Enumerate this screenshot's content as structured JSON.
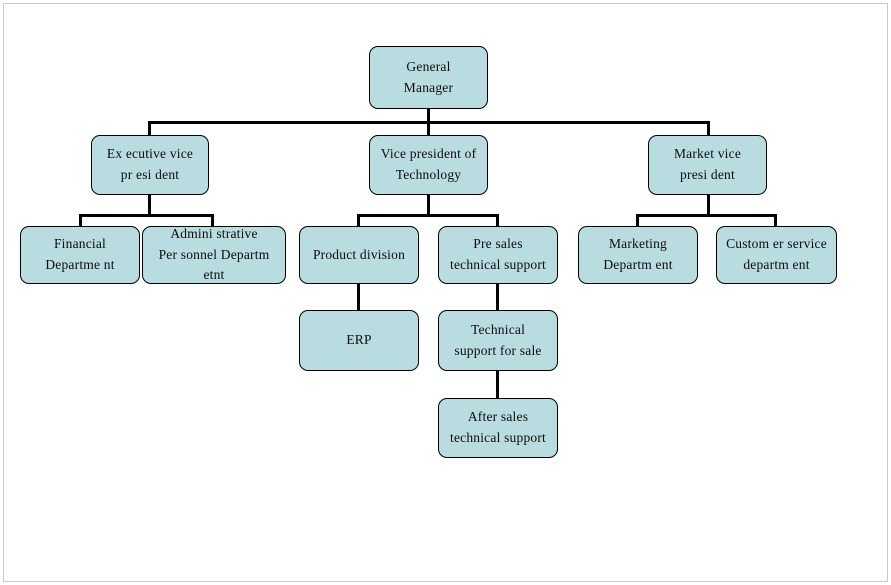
{
  "chart_type": "org-chart",
  "colors": {
    "node_fill": "#b9dce1",
    "node_border": "#000000",
    "connector": "#000000",
    "canvas": "#ffffff",
    "frame": "#c9c9c9",
    "text": "#0d0d0d"
  },
  "nodes": {
    "general_manager": "General\nManager",
    "executive_vice_president": "Ex ecutive vice\npr esi dent",
    "vice_president_technology": "Vice president of\nTechnology",
    "market_vice_president": "Market vice\npresi dent",
    "financial_department": "Financial\nDepartme nt",
    "administrative_personnel_department": "Admini strative\nPer sonnel Departm etnt",
    "product_division": "Product division",
    "pre_sales_technical_support": "Pre sales\ntechnical support",
    "marketing_department": "Marketing\nDepartm ent",
    "customer_service_department": "Custom er service\ndepartm ent",
    "erp": "ERP",
    "technical_support_for_sale": "Technical\nsupport for sale",
    "after_sales_technical_support": "After sales\ntechnical support"
  },
  "hierarchy": {
    "root": "General Manager",
    "children": [
      {
        "name": "Executive vice president",
        "children": [
          "Financial Department",
          "Administrative Personnel Departmetnt"
        ]
      },
      {
        "name": "Vice president of Technology",
        "children": [
          {
            "name": "Product division",
            "children": [
              "ERP"
            ]
          },
          {
            "name": "Pre sales technical support",
            "children": [
              {
                "name": "Technical support for sale",
                "children": [
                  "After sales technical support"
                ]
              }
            ]
          }
        ]
      },
      {
        "name": "Market vice president",
        "children": [
          "Marketing Department",
          "Customer service department"
        ]
      }
    ]
  }
}
